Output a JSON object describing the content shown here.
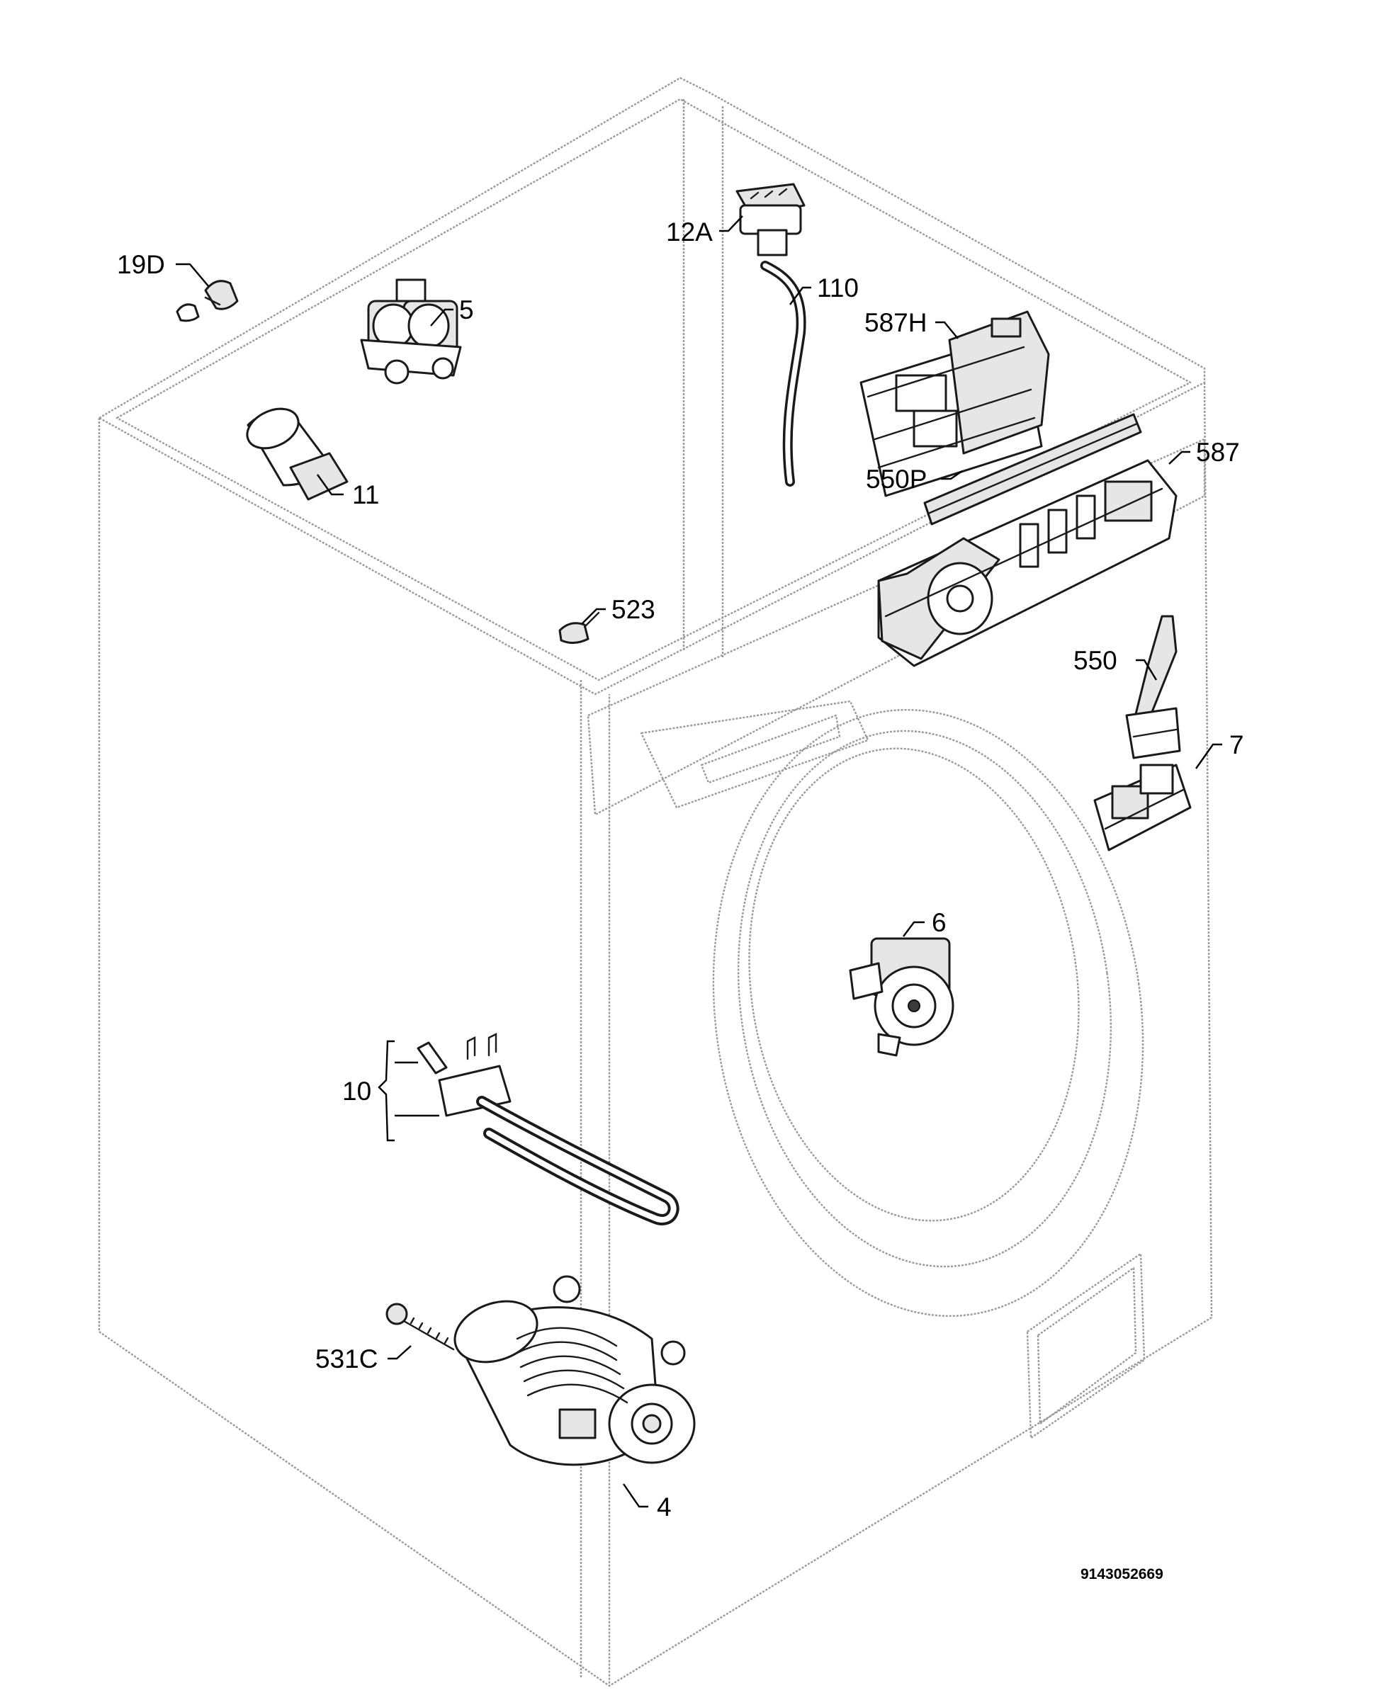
{
  "labels": {
    "p19D": "19D",
    "p5": "5",
    "p11": "11",
    "p12A": "12A",
    "p110": "110",
    "p587H": "587H",
    "p587": "587",
    "p550P": "550P",
    "p523": "523",
    "p550": "550",
    "p7": "7",
    "p6": "6",
    "p10": "10",
    "p531C": "531C",
    "p4": "4"
  },
  "diagram_code": "9143052669"
}
